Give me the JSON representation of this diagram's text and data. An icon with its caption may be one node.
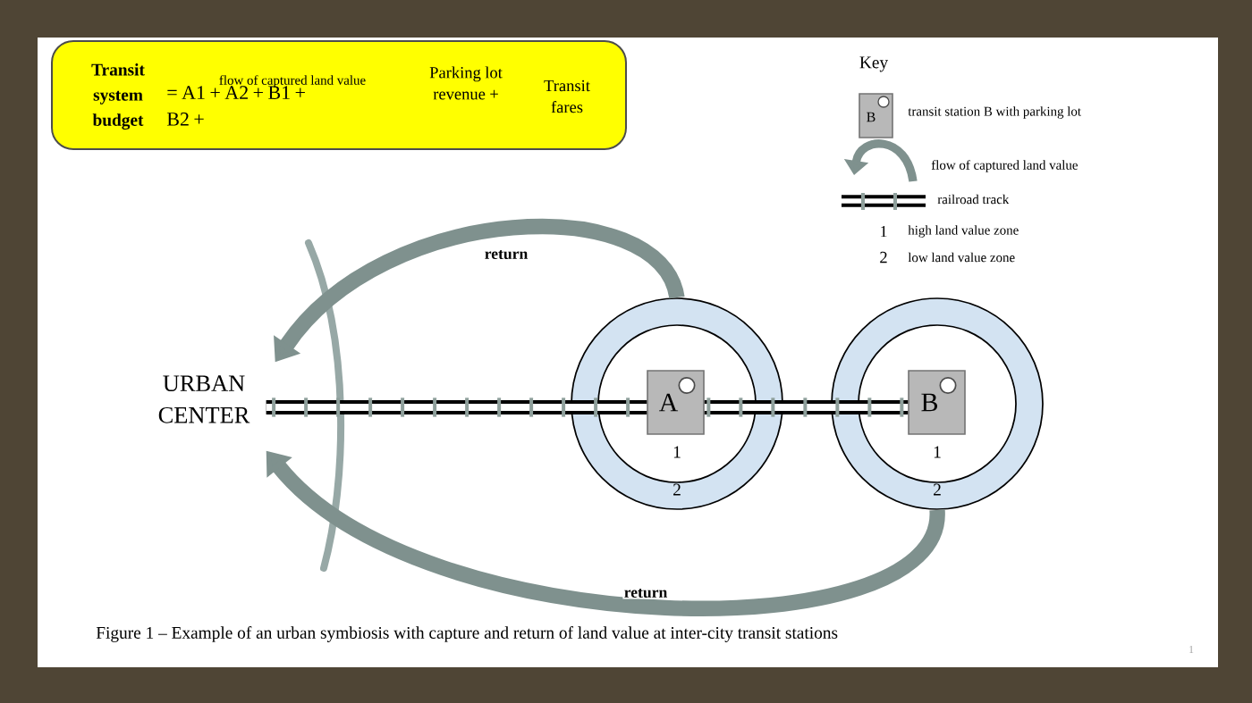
{
  "diagram": {
    "caption": "Figure 1 – Example of an urban symbiosis with capture and return of land value at inter-city transit stations",
    "nodes": [
      {
        "text": [
          "Transit system budget",
          "flow of captured land value",
          "= A1 + A2 + B1 + B2 +",
          "Parking lot revenue +",
          "Transit fares"
        ]
      },
      {
        "text": [
          "URBAN CENTER"
        ]
      },
      {
        "text": [
          "2"
        ]
      },
      {
        "text": [
          "1"
        ],
        "in": 2
      },
      {
        "text": [
          "A"
        ],
        "in": 3
      },
      {
        "text": [
          "2"
        ]
      },
      {
        "text": [
          "1"
        ],
        "in": 5
      },
      {
        "text": [
          "B"
        ],
        "in": 6
      }
    ],
    "edges": [
      {
        "from": 2,
        "to": 1,
        "arrow": "to",
        "label": "return"
      },
      {
        "from": 5,
        "to": 1,
        "arrow": "to",
        "label": "return"
      },
      {
        "from": 1,
        "to": 4,
        "arrow": "none",
        "color": "#000000"
      },
      {
        "from": 4,
        "to": 7,
        "arrow": "none",
        "color": "#000000"
      }
    ],
    "labels": [
      "Key",
      "B",
      "1",
      "2",
      "1"
    ],
    "legend": [
      {
        "text": "transit station B with parking lot"
      },
      {
        "text": "flow of captured land value"
      },
      {
        "text": "railroad track"
      },
      {
        "text": "high land value zone"
      },
      {
        "text": "low land value zone"
      }
    ]
  }
}
